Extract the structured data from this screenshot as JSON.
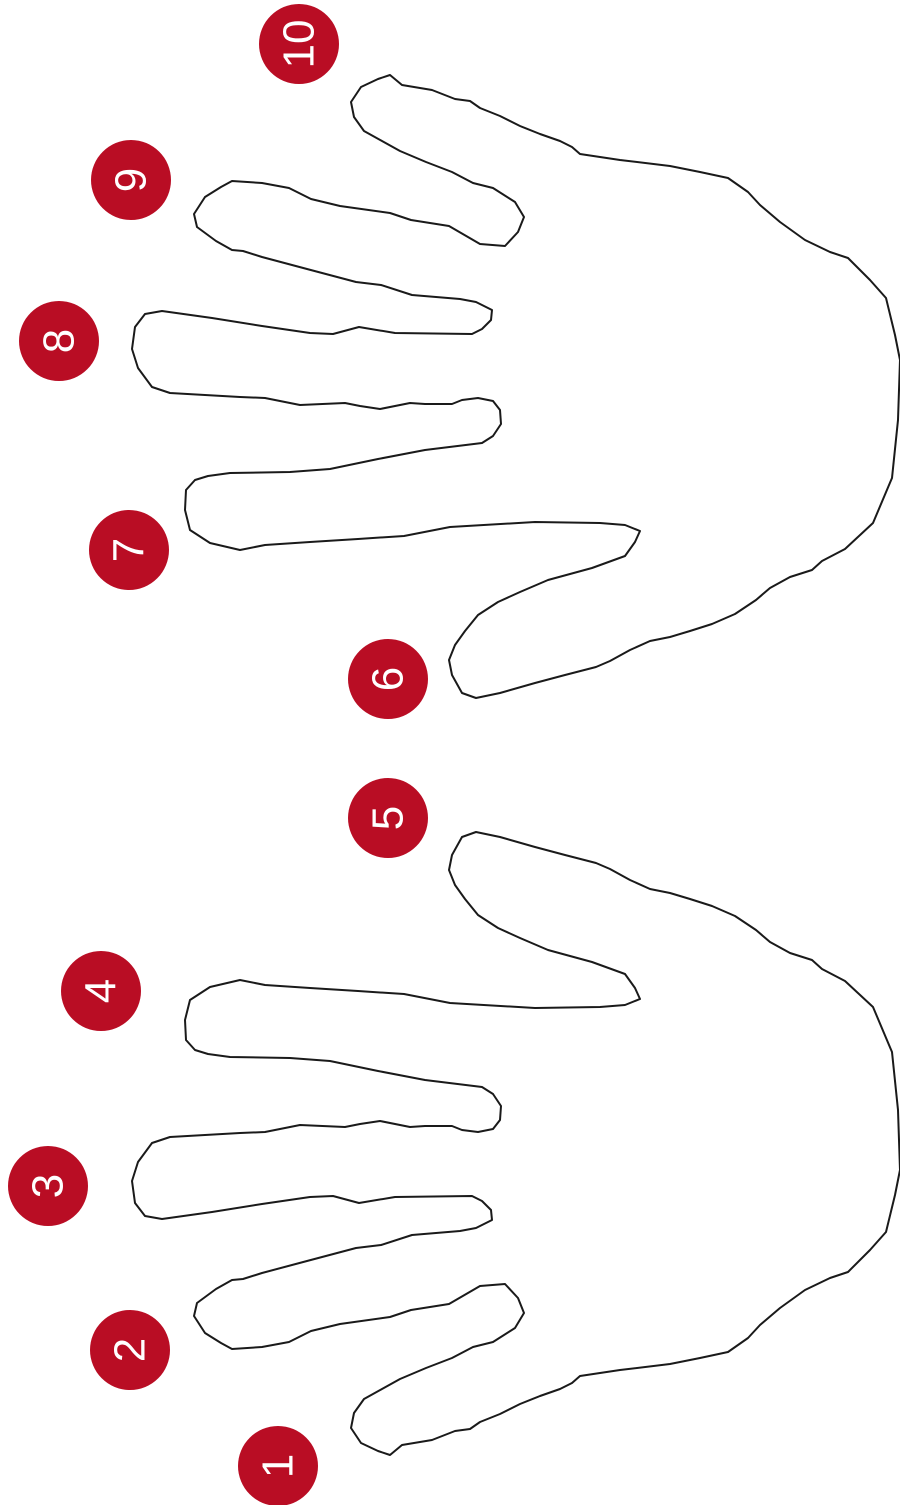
{
  "colors": {
    "marker_fill": "#b90d24",
    "marker_text": "#ffffff",
    "outline": "#1a1a1a",
    "background": "#ffffff"
  },
  "hands": [
    {
      "id": "left-hand",
      "label": ""
    },
    {
      "id": "right-hand",
      "label": ""
    }
  ],
  "markers": [
    {
      "number": "1",
      "finger": "left-hand-finger-1"
    },
    {
      "number": "2",
      "finger": "left-hand-finger-2"
    },
    {
      "number": "3",
      "finger": "left-hand-finger-3"
    },
    {
      "number": "4",
      "finger": "left-hand-finger-4"
    },
    {
      "number": "5",
      "finger": "left-hand-finger-5"
    },
    {
      "number": "6",
      "finger": "right-hand-finger-6"
    },
    {
      "number": "7",
      "finger": "right-hand-finger-7"
    },
    {
      "number": "8",
      "finger": "right-hand-finger-8"
    },
    {
      "number": "9",
      "finger": "right-hand-finger-9"
    },
    {
      "number": "10",
      "finger": "right-hand-finger-10"
    }
  ]
}
